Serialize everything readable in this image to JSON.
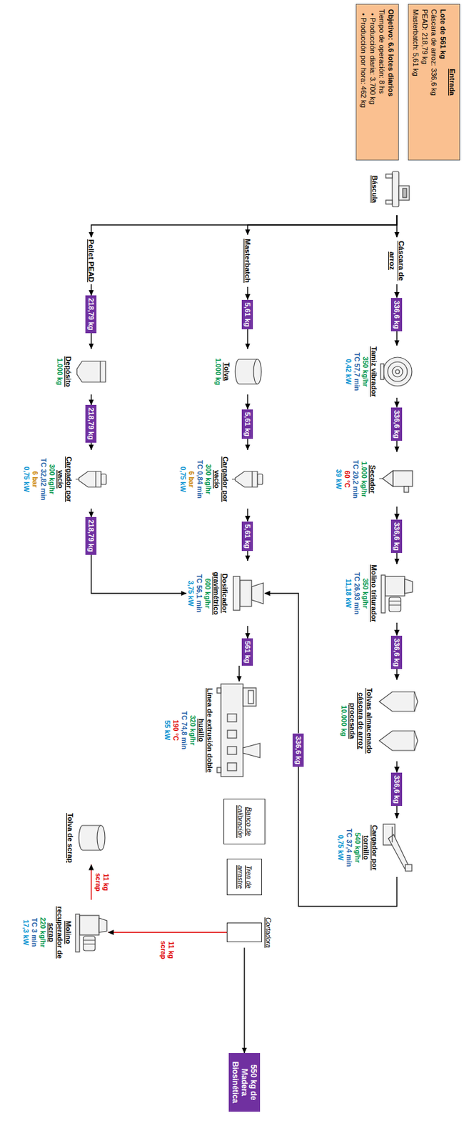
{
  "diagram": {
    "nodes": [
      {
        "text": [
          "Entrada",
          "Lote de 561 kg",
          "Cáscara de arroz: 336,6 kg",
          "PEAD: 218,79 kg",
          "Masterbatch: 5,61 kg"
        ]
      },
      {
        "text": [
          "Objetivo: 6.6 lotes diarios",
          "Tiempo de operación: 8 hs",
          "• Producción diaria: 3.700 kg",
          "• Producción por hora: 462 kg"
        ]
      },
      {
        "text": [
          "Báscula"
        ]
      },
      {
        "text": [
          "Cáscara de arroz"
        ]
      },
      {
        "text": [
          "Masterbatch"
        ]
      },
      {
        "text": [
          "Pellet PEAD"
        ]
      },
      {
        "text": [
          "336,6 kg"
        ]
      },
      {
        "text": [
          "Tamiz vibrador",
          "350 kg/hr",
          "TC 57,7 min",
          "0,42 kW"
        ]
      },
      {
        "text": [
          "336,6 kg"
        ]
      },
      {
        "text": [
          "Secador",
          "1.000 kg/hr",
          "TC 20,2 min",
          "60 °C",
          "39 kW"
        ]
      },
      {
        "text": [
          "336,6 kg"
        ]
      },
      {
        "text": [
          "Molino triturador",
          "350 kg/hr",
          "TC 26,93 min",
          "11,18 kW"
        ]
      },
      {
        "text": [
          "336,6 kg"
        ]
      },
      {
        "text": [
          "Tolvas almacenado cáscara de arroz procesada",
          "10.000 kg"
        ]
      },
      {
        "text": [
          "336,6 kg"
        ]
      },
      {
        "text": [
          "Cargador por tornillo",
          "540 kg/hr",
          "TC 37,4 min",
          "0,75 kW"
        ]
      },
      {
        "text": [
          "336,6 kg"
        ]
      },
      {
        "text": [
          "5,61 kg"
        ]
      },
      {
        "text": [
          "Tolva",
          "1.000 kg"
        ]
      },
      {
        "text": [
          "5,61 kg"
        ]
      },
      {
        "text": [
          "Cargador por vacío",
          "300 kg/hr",
          "TC 0,84 min",
          "6 bar",
          "0,75 kW"
        ]
      },
      {
        "text": [
          "5,61 kg"
        ]
      },
      {
        "text": [
          "218,79 kg"
        ]
      },
      {
        "text": [
          "Depósito",
          "1.000 kg"
        ]
      },
      {
        "text": [
          "218,79 kg"
        ]
      },
      {
        "text": [
          "Cargador por vacío",
          "300 kg/hr",
          "TC 32,82 min",
          "6 bar",
          "0,75 kW"
        ]
      },
      {
        "text": [
          "218,79 kg"
        ]
      },
      {
        "text": [
          "Dosificador gravimétrico",
          "600 kg/hr",
          "TC 56,1 min",
          "3,75 kW"
        ]
      },
      {
        "text": [
          "561 kg"
        ]
      },
      {
        "text": [
          "Línea de extrusión doble husillo",
          "320 kg/hr",
          "TC 74,8 min",
          "190 °C",
          "55 kW"
        ]
      },
      {
        "text": [
          "Banco de calibración"
        ]
      },
      {
        "text": [
          "Tren de arrastre"
        ]
      },
      {
        "text": [
          "Cortadora"
        ]
      },
      {
        "text": [
          "550 kg de Madera Biosinética"
        ]
      },
      {
        "text": [
          "Molino recuperador de scrap",
          "220 kg/hr",
          "TC 3 min",
          "17,3 kW"
        ]
      },
      {
        "text": [
          "Tolva de scrap"
        ]
      }
    ],
    "edges": [
      {
        "from": 2,
        "to": 3,
        "arrow": "to"
      },
      {
        "from": 2,
        "to": 4,
        "arrow": "to"
      },
      {
        "from": 2,
        "to": 5,
        "arrow": "to"
      },
      {
        "from": 3,
        "to": 6,
        "arrow": "to"
      },
      {
        "from": 6,
        "to": 7,
        "arrow": "to"
      },
      {
        "from": 7,
        "to": 8,
        "arrow": "to"
      },
      {
        "from": 8,
        "to": 9,
        "arrow": "to"
      },
      {
        "from": 9,
        "to": 10,
        "arrow": "to"
      },
      {
        "from": 10,
        "to": 11,
        "arrow": "to"
      },
      {
        "from": 11,
        "to": 12,
        "arrow": "to"
      },
      {
        "from": 12,
        "to": 13,
        "arrow": "to"
      },
      {
        "from": 13,
        "to": 14,
        "arrow": "to"
      },
      {
        "from": 14,
        "to": 15,
        "arrow": "to"
      },
      {
        "from": 15,
        "to": 16,
        "arrow": "none"
      },
      {
        "from": 16,
        "to": 27,
        "arrow": "to"
      },
      {
        "from": 4,
        "to": 17,
        "arrow": "to"
      },
      {
        "from": 17,
        "to": 18,
        "arrow": "to"
      },
      {
        "from": 18,
        "to": 19,
        "arrow": "to"
      },
      {
        "from": 19,
        "to": 20,
        "arrow": "to"
      },
      {
        "from": 20,
        "to": 21,
        "arrow": "to"
      },
      {
        "from": 21,
        "to": 27,
        "arrow": "to"
      },
      {
        "from": 5,
        "to": 22,
        "arrow": "to"
      },
      {
        "from": 22,
        "to": 23,
        "arrow": "to"
      },
      {
        "from": 23,
        "to": 24,
        "arrow": "to"
      },
      {
        "from": 24,
        "to": 25,
        "arrow": "to"
      },
      {
        "from": 25,
        "to": 26,
        "arrow": "to"
      },
      {
        "from": 26,
        "to": 27,
        "arrow": "to"
      },
      {
        "from": 27,
        "to": 28,
        "arrow": "to"
      },
      {
        "from": 28,
        "to": 29,
        "arrow": "to"
      },
      {
        "from": 32,
        "to": 33,
        "arrow": "to"
      },
      {
        "from": 32,
        "to": 34,
        "label": "11 kg scrap",
        "arrow": "to"
      },
      {
        "from": 34,
        "to": 35,
        "label": "11 kg scrap",
        "arrow": "to"
      }
    ]
  }
}
